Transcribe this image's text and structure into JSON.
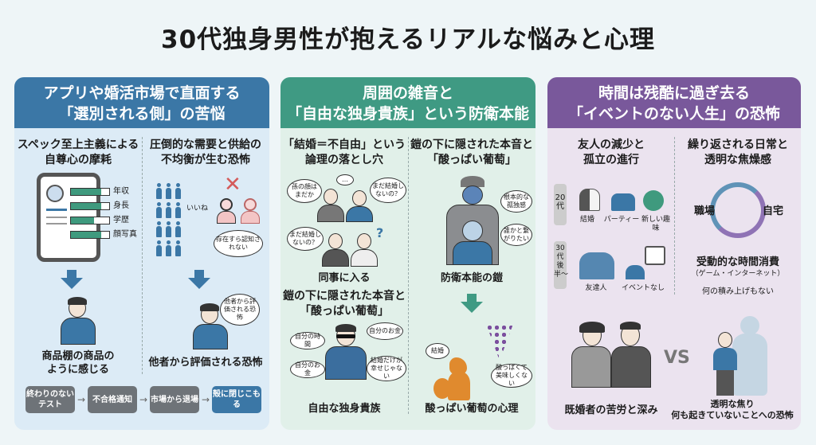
{
  "title": "30代独身男性が抱えるリアルな悩みと心理",
  "panels": [
    {
      "header": [
        "アプリや婚活市場で直面する",
        "「選別される側」の苦悩"
      ],
      "left": {
        "heading": [
          "スペック至上主義による",
          "自尊心の摩耗"
        ],
        "bars": [
          {
            "label": "年収",
            "fill": 0.8
          },
          {
            "label": "身長",
            "fill": 0.8
          },
          {
            "label": "学歴",
            "fill": 0.6
          },
          {
            "label": "顔写真",
            "fill": 0.8
          }
        ],
        "caption": [
          "商品棚の商品の",
          "ように感じる"
        ]
      },
      "right": {
        "heading": [
          "圧倒的な需要と供給の",
          "不均衡が生む恐怖"
        ],
        "like_label": "いいね",
        "bubble1": "存在すら認知されない",
        "bubble2": "他者から評価される恐怖",
        "caption": "他者から評価される恐怖"
      },
      "flow": [
        "終わりのないテスト",
        "不合格通知",
        "市場から退場",
        "殻に閉じこもる"
      ]
    },
    {
      "header": [
        "周囲の雑音と",
        "「自由な独身貴族」という防衛本能"
      ],
      "left": {
        "heading": [
          "「結婚＝不自由」という",
          "論理の落とし穴"
        ],
        "bubbles": [
          "孫の顔はまだか",
          "…",
          "まだ結婚しないの？",
          "まだ結婚しないの？",
          "?"
        ],
        "caption": "同事に入る",
        "heading2": [
          "鎧の下に隠された本音と",
          "「酸っぱい葡萄」"
        ],
        "bubbles2": [
          "自分の時間",
          "自分のお金",
          "自分のお金",
          "結婚だけが幸せじゃない"
        ],
        "caption2": "自由な独身貴族"
      },
      "right": {
        "heading": [
          "鎧の下に隠された本音と",
          "「酸っぱい葡萄」"
        ],
        "bubbles": [
          "根本的な孤独感",
          "誰かと繋がりたい"
        ],
        "caption": "防衛本能の鎧",
        "bubbles2": [
          "結婚",
          "酸っぱくて美味しくない"
        ],
        "caption2": "酸っぱい葡萄の心理"
      }
    },
    {
      "header": [
        "時間は残酷に過ぎ去る",
        "「イベントのない人生」の恐怖"
      ],
      "left": {
        "heading": [
          "友人の減少と",
          "孤立の進行"
        ],
        "age1": "20代",
        "events1": [
          "結婚",
          "パーティー",
          "新しい趣味"
        ],
        "age2": "30代後半〜",
        "events2": [
          "友達人",
          "イベントなし"
        ]
      },
      "right": {
        "heading": [
          "繰り返される日常と",
          "透明な焦燥感"
        ],
        "node1": "職場",
        "node2": "自宅",
        "caption": "受動的な時間消費",
        "caption_sub": "（ゲーム・インターネット）",
        "caption2": "何の積み上げもない"
      },
      "bottom": {
        "left_caption": "既婚者の苦労と深み",
        "vs": "VS",
        "right_caption": [
          "透明な焦り",
          "何も起きていないことへの恐怖"
        ]
      }
    }
  ]
}
